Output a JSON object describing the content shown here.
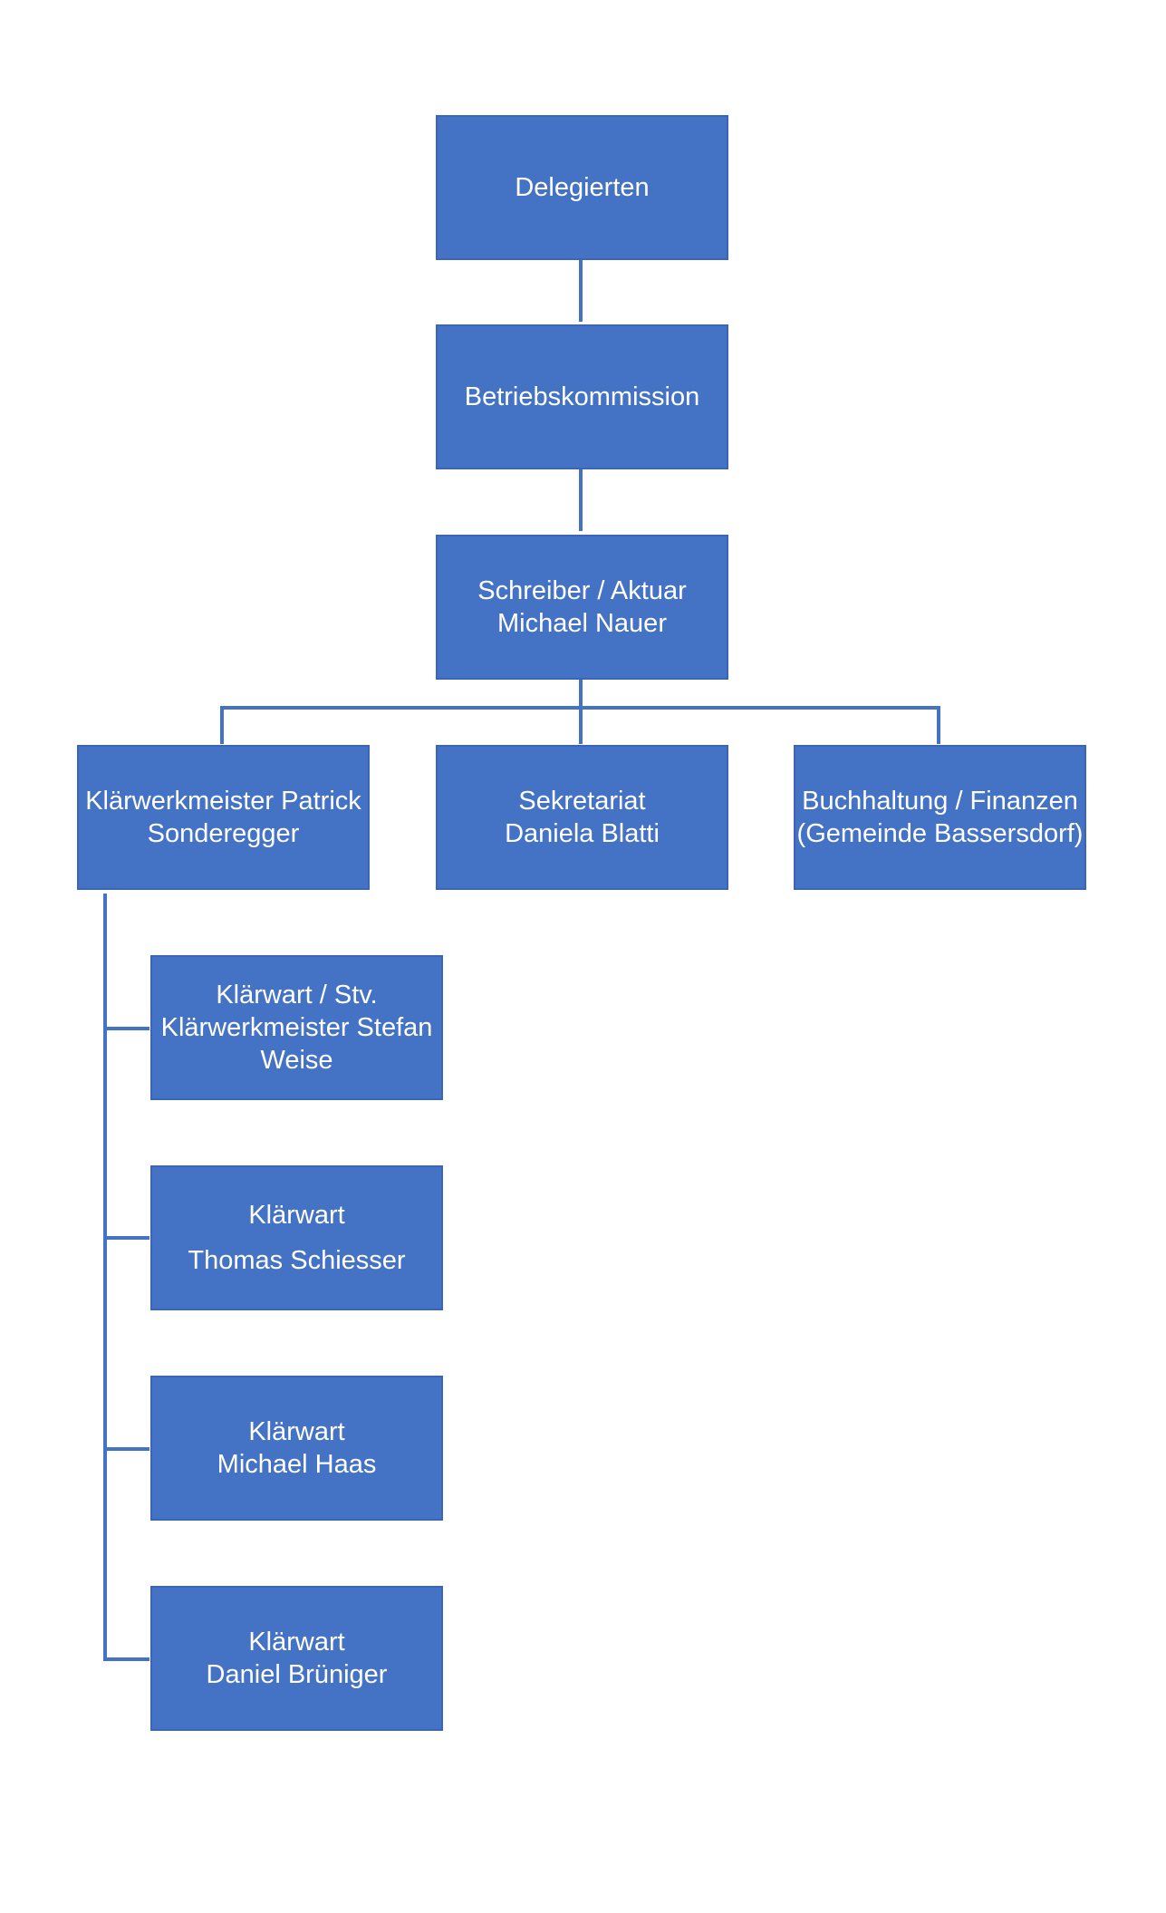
{
  "org_chart": {
    "delegierten": {
      "line1": "Delegierten"
    },
    "betriebskommission": {
      "line1": "Betriebskommission"
    },
    "schreiber": {
      "line1": "Schreiber / Aktuar",
      "line2": "Michael Nauer"
    },
    "klaerwerkmeister": {
      "line1": "Klärwerkmeister Patrick",
      "line2": "Sonderegger"
    },
    "sekretariat": {
      "line1": "Sekretariat",
      "line2": "Daniela Blatti"
    },
    "buchhaltung": {
      "line1": "Buchhaltung / Finanzen",
      "line2": "(Gemeinde Bassersdorf)"
    },
    "klaerwart_weise": {
      "line1": "Klärwart / Stv.",
      "line2": "Klärwerkmeister Stefan",
      "line3": "Weise"
    },
    "klaerwart_schiesser": {
      "line1": "Klärwart",
      "line2": "Thomas Schiesser"
    },
    "klaerwart_haas": {
      "line1": "Klärwart",
      "line2": "Michael Haas"
    },
    "klaerwart_brueniger": {
      "line1": "Klärwart",
      "line2": "Daniel Brüniger"
    }
  },
  "colors": {
    "node_fill": "#4472c4",
    "connector": "#4472c4",
    "text": "#ffffff",
    "background": "#ffffff"
  }
}
